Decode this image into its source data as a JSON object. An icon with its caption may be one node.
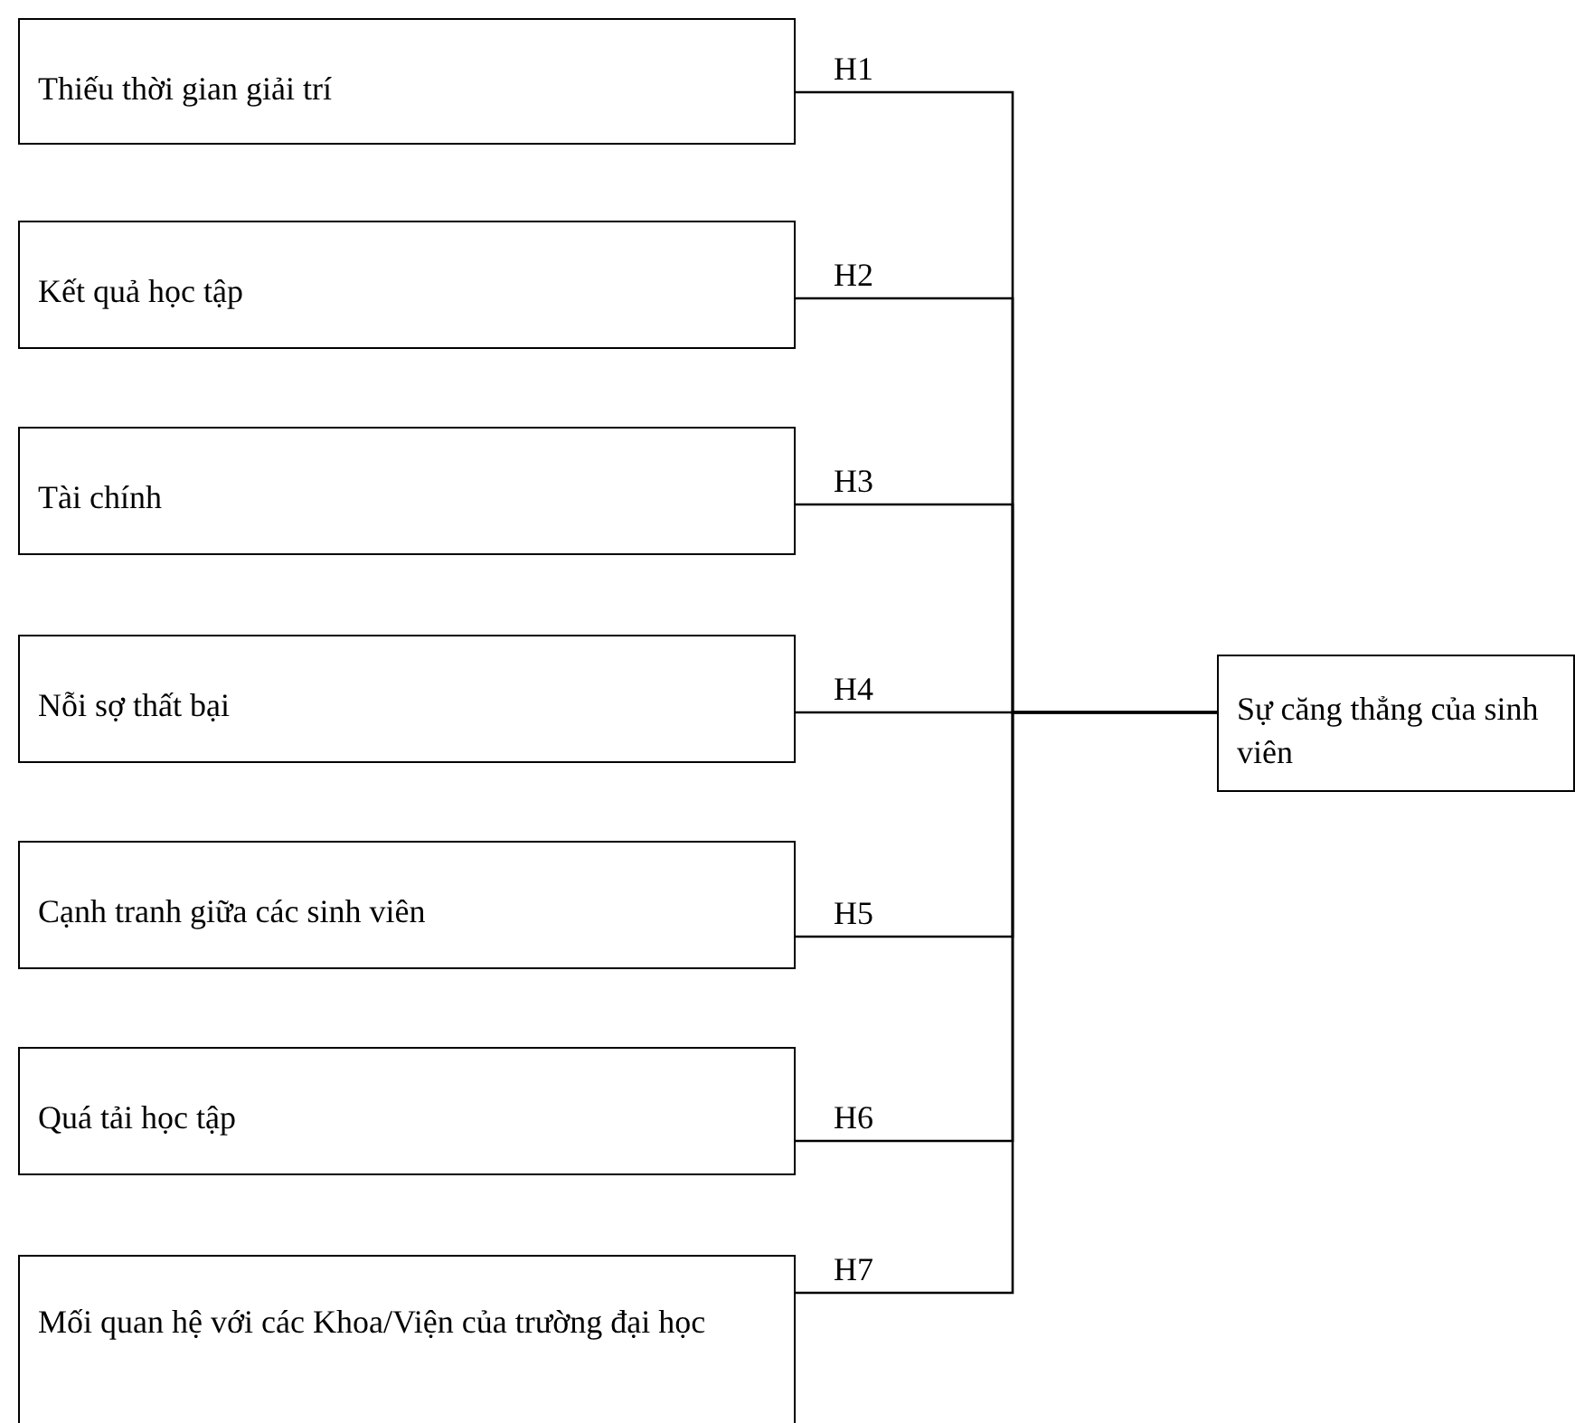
{
  "diagram": {
    "nodes": [
      {
        "text": [
          "Thiếu thời gian giải trí"
        ]
      },
      {
        "text": [
          "Kết quả học tập"
        ]
      },
      {
        "text": [
          "Tài chính"
        ]
      },
      {
        "text": [
          "Nỗi sợ thất bại"
        ]
      },
      {
        "text": [
          "Cạnh tranh giữa các sinh viên"
        ]
      },
      {
        "text": [
          "Quá tải học tập"
        ]
      },
      {
        "text": [
          "Mối quan hệ với các Khoa/Viện của trường đại học"
        ]
      },
      {
        "text": [
          "Sự căng thẳng của sinh viên"
        ]
      }
    ],
    "edges": [
      {
        "from": 0,
        "to": 7,
        "arrow": "none",
        "label": "H1"
      },
      {
        "from": 1,
        "to": 7,
        "arrow": "none",
        "label": "H2"
      },
      {
        "from": 2,
        "to": 7,
        "arrow": "none",
        "label": "H3"
      },
      {
        "from": 3,
        "to": 7,
        "arrow": "none",
        "label": "H4"
      },
      {
        "from": 4,
        "to": 7,
        "arrow": "none",
        "label": "H5"
      },
      {
        "from": 5,
        "to": 7,
        "arrow": "none",
        "label": "H6"
      },
      {
        "from": 6,
        "to": 7,
        "arrow": "none",
        "label": "H7"
      }
    ]
  }
}
